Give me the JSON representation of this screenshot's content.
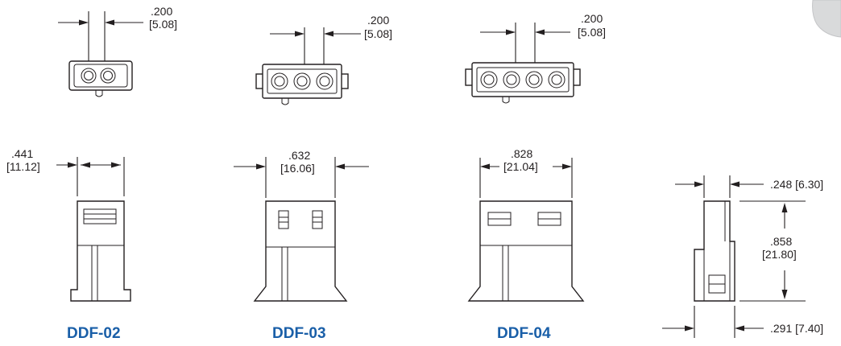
{
  "labels": {
    "ddf02": "DDF-02",
    "ddf03": "DDF-03",
    "ddf04": "DDF-04"
  },
  "dimensions": {
    "pitch_02": [
      ".200",
      "[5.08]"
    ],
    "pitch_03": [
      ".200",
      "[5.08]"
    ],
    "pitch_04": [
      ".200",
      "[5.08]"
    ],
    "width_02": [
      ".441",
      "[11.12]"
    ],
    "width_03": [
      ".632",
      "[16.06]"
    ],
    "width_04": [
      ".828",
      "[21.04]"
    ],
    "side_top": ".248 [6.30]",
    "side_height": [
      ".858",
      "[21.80]"
    ],
    "side_bottom": ".291 [7.40]"
  },
  "colors": {
    "label": "#1a5fa8",
    "line": "#231f20"
  }
}
